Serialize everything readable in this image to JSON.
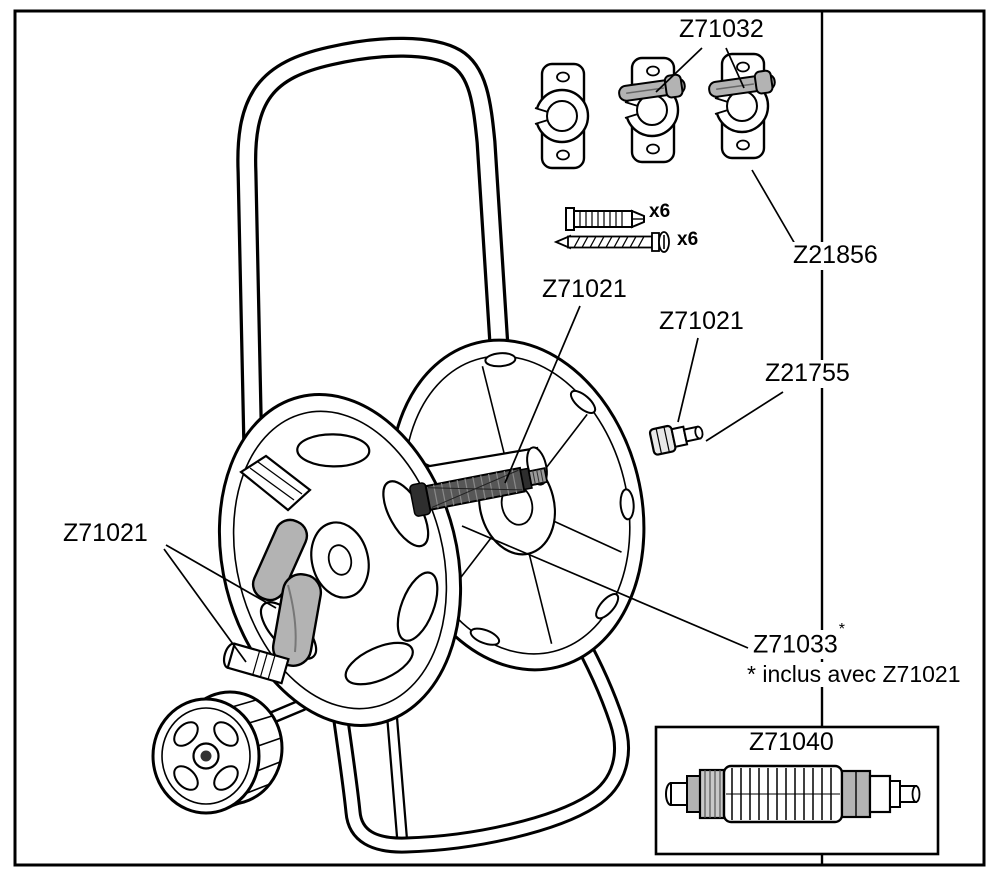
{
  "page": {
    "background": "#ffffff",
    "frame_color": "#000000"
  },
  "colors": {
    "line": "#000000",
    "gray_shade": "#b3b3b3",
    "light_gray": "#c9c9c9",
    "dark_part": "#575757"
  },
  "callouts": {
    "wall_clamps": {
      "label": "Z71032"
    },
    "wall_bracket_kit": {
      "label": "Z21856"
    },
    "reel_spindle": {
      "label": "Z71021"
    },
    "connector_nut": {
      "label": "Z71021"
    },
    "tap_connector": {
      "label": "Z21755"
    },
    "crank_handle": {
      "label": "Z71021"
    },
    "axle_insert": {
      "label": "Z71033",
      "superscript": "*"
    },
    "hose_coupling": {
      "label": "Z71040"
    }
  },
  "quantities": {
    "wall_plugs": "x6",
    "screws": "x6"
  },
  "footnote": "* inclus avec Z71021"
}
